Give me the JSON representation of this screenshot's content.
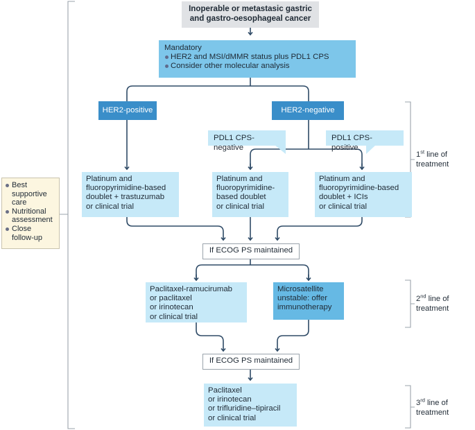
{
  "top_box": {
    "line1": "Inoperable or metastasic gastric",
    "line2": "and gastro-oesophageal cancer"
  },
  "mandatory": {
    "title": "Mandatory",
    "items": [
      "HER2 and MSI/dMMR status plus PDL1 CPS",
      "Consider other molecular analysis"
    ]
  },
  "her2_positive": "HER2-positive",
  "her2_negative": "HER2-negative",
  "pdl1_negative": "PDL1 CPS-negative",
  "pdl1_positive": "PDL1 CPS-positive",
  "first_line": {
    "left": [
      "Platinum and",
      "fluoropyrimidine-based",
      "doublet + trastuzumab",
      "or clinical trial"
    ],
    "middle": [
      "Platinum and",
      "fluoropyrimidine-",
      "based doublet",
      "or clinical trial"
    ],
    "right": [
      "Platinum and",
      "fluoropyrimidine-based",
      "doublet + ICIs",
      "or clinical trial"
    ]
  },
  "ecog1": "If ECOG PS maintained",
  "second_line": {
    "left": [
      "Paclitaxel-ramucirumab",
      "or paclitaxel",
      "or irinotecan",
      "or clinical trial"
    ],
    "right": [
      "Microsatellite",
      "unstable: offer",
      "immunotherapy"
    ]
  },
  "ecog2": "If ECOG PS maintained",
  "third_line": [
    "Paclitaxel",
    "or irinotecan",
    "or trifluridine–tipiracil",
    "or clinical trial"
  ],
  "side_box": {
    "items": [
      [
        "Best",
        "supportive",
        "care"
      ],
      [
        "Nutritional",
        "assessment"
      ],
      [
        "Close",
        "follow-up"
      ]
    ]
  },
  "line_labels": {
    "first": {
      "num": "1",
      "sup": "st",
      "rest": " line of",
      "line2": "treatment"
    },
    "second": {
      "num": "2",
      "sup": "nd",
      "rest": " line of",
      "line2": "treatment"
    },
    "third": {
      "num": "3",
      "sup": "rd",
      "rest": " line of",
      "line2": "treatment"
    }
  },
  "colors": {
    "dark_blue": "#3a8ec9",
    "mid_blue": "#7dc6ea",
    "light_blue": "#c6e9f8",
    "connector": "#2e4a66",
    "gray": "#e0e2e5",
    "side_bg": "#fcf6e0"
  }
}
